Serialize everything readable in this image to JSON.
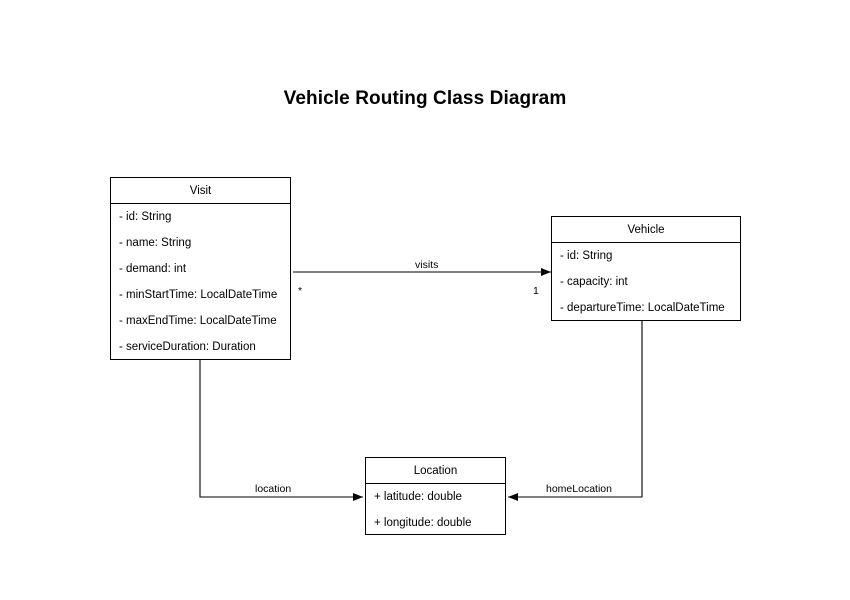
{
  "diagram": {
    "title": "Vehicle Routing Class Diagram",
    "type": "uml-class-diagram",
    "background_color": "#ffffff",
    "line_color": "#000000",
    "classes": [
      {
        "id": "visit",
        "name": "Visit",
        "attributes": [
          "- id: String",
          "- name: String",
          "- demand: int",
          "- minStartTime: LocalDateTime",
          "- maxEndTime: LocalDateTime",
          "- serviceDuration: Duration"
        ]
      },
      {
        "id": "vehicle",
        "name": "Vehicle",
        "attributes": [
          "- id: String",
          "- capacity: int",
          "- departureTime: LocalDateTime"
        ]
      },
      {
        "id": "location",
        "name": "Location",
        "attributes": [
          "+ latitude: double",
          "+ longitude: double"
        ]
      }
    ],
    "relationships": [
      {
        "id": "visits",
        "label": "visits",
        "from": "Vehicle",
        "to": "Visit",
        "source_multiplicity": "1",
        "target_multiplicity": "*"
      },
      {
        "id": "location",
        "label": "location",
        "from": "Visit",
        "to": "Location",
        "source_multiplicity": "",
        "target_multiplicity": ""
      },
      {
        "id": "home-location",
        "label": "homeLocation",
        "from": "Vehicle",
        "to": "Location",
        "source_multiplicity": "",
        "target_multiplicity": ""
      }
    ]
  }
}
